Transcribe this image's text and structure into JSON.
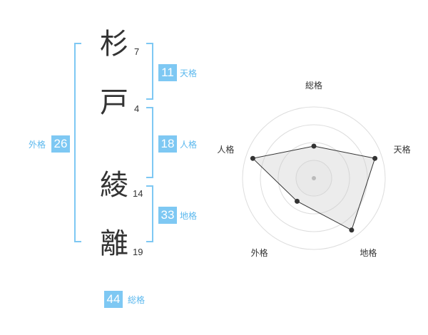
{
  "name": {
    "chars": [
      {
        "char": "杉",
        "strokes": "7"
      },
      {
        "char": "戸",
        "strokes": "4"
      },
      {
        "char": "綾",
        "strokes": "14"
      },
      {
        "char": "離",
        "strokes": "19"
      }
    ]
  },
  "kaku": {
    "tenkaku": {
      "value": "11",
      "label": "天格"
    },
    "jinkaku": {
      "value": "18",
      "label": "人格"
    },
    "chikaku": {
      "value": "33",
      "label": "地格"
    },
    "gaikaku": {
      "value": "26",
      "label": "外格"
    },
    "soukaku": {
      "value": "44",
      "label": "総格"
    }
  },
  "colors": {
    "accent": "#7ec8f3",
    "label": "#5bb8ee",
    "text": "#333333"
  },
  "chart_data": {
    "type": "radar",
    "axes": [
      "総格",
      "天格",
      "地格",
      "外格",
      "人格"
    ],
    "values": [
      0.45,
      0.9,
      0.9,
      0.4,
      0.9
    ],
    "range": [
      0,
      1
    ],
    "rings": 4
  }
}
